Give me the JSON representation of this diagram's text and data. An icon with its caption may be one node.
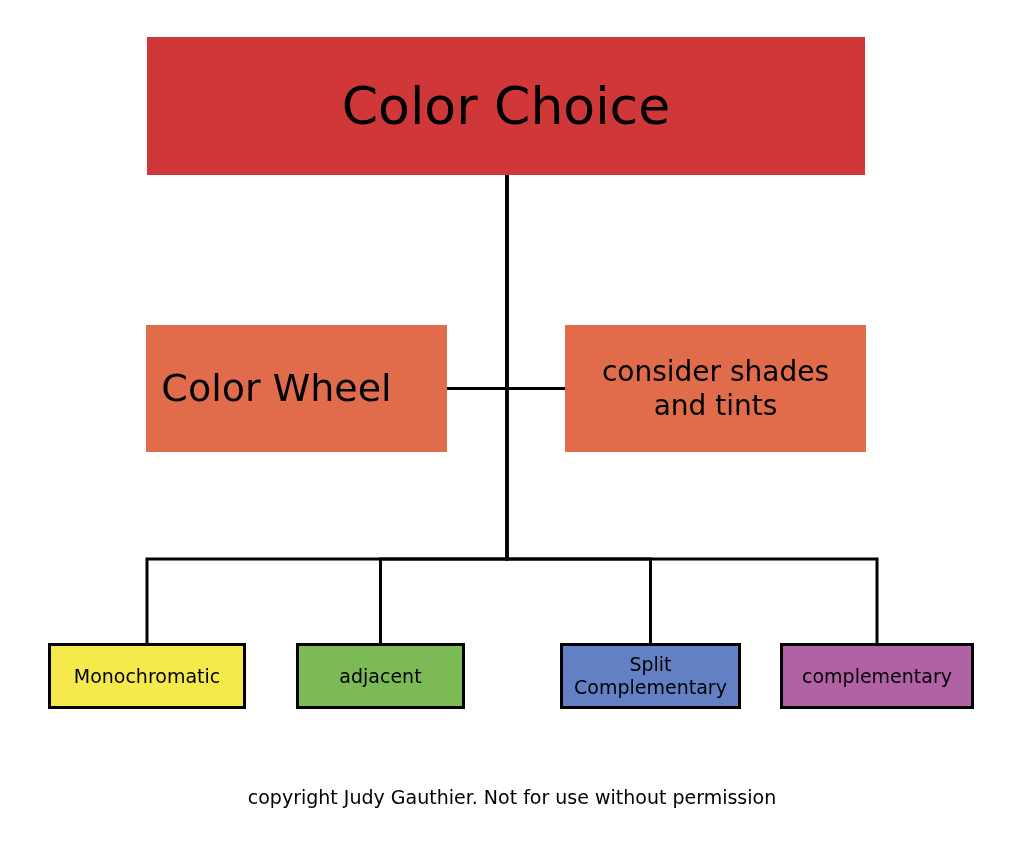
{
  "diagram": {
    "caption": "copyright Judy Gauthier. Not for use without permission",
    "nodes": [
      {
        "text": [
          "Color Choice"
        ]
      },
      {
        "text": [
          "Color Wheel"
        ]
      },
      {
        "text": [
          "consider shades and tints"
        ]
      },
      {
        "text": [
          "Monochromatic"
        ]
      },
      {
        "text": [
          "adjacent"
        ]
      },
      {
        "text": [
          "Split Complementary"
        ]
      },
      {
        "text": [
          "complementary"
        ]
      }
    ],
    "edges": [
      {
        "from": 0,
        "to": 1,
        "arrow": "none"
      },
      {
        "from": 0,
        "to": 2,
        "arrow": "none"
      },
      {
        "from": 0,
        "to": 3,
        "arrow": "none"
      },
      {
        "from": 0,
        "to": 4,
        "arrow": "none"
      },
      {
        "from": 0,
        "to": 5,
        "arrow": "none"
      },
      {
        "from": 0,
        "to": 6,
        "arrow": "none"
      }
    ]
  }
}
